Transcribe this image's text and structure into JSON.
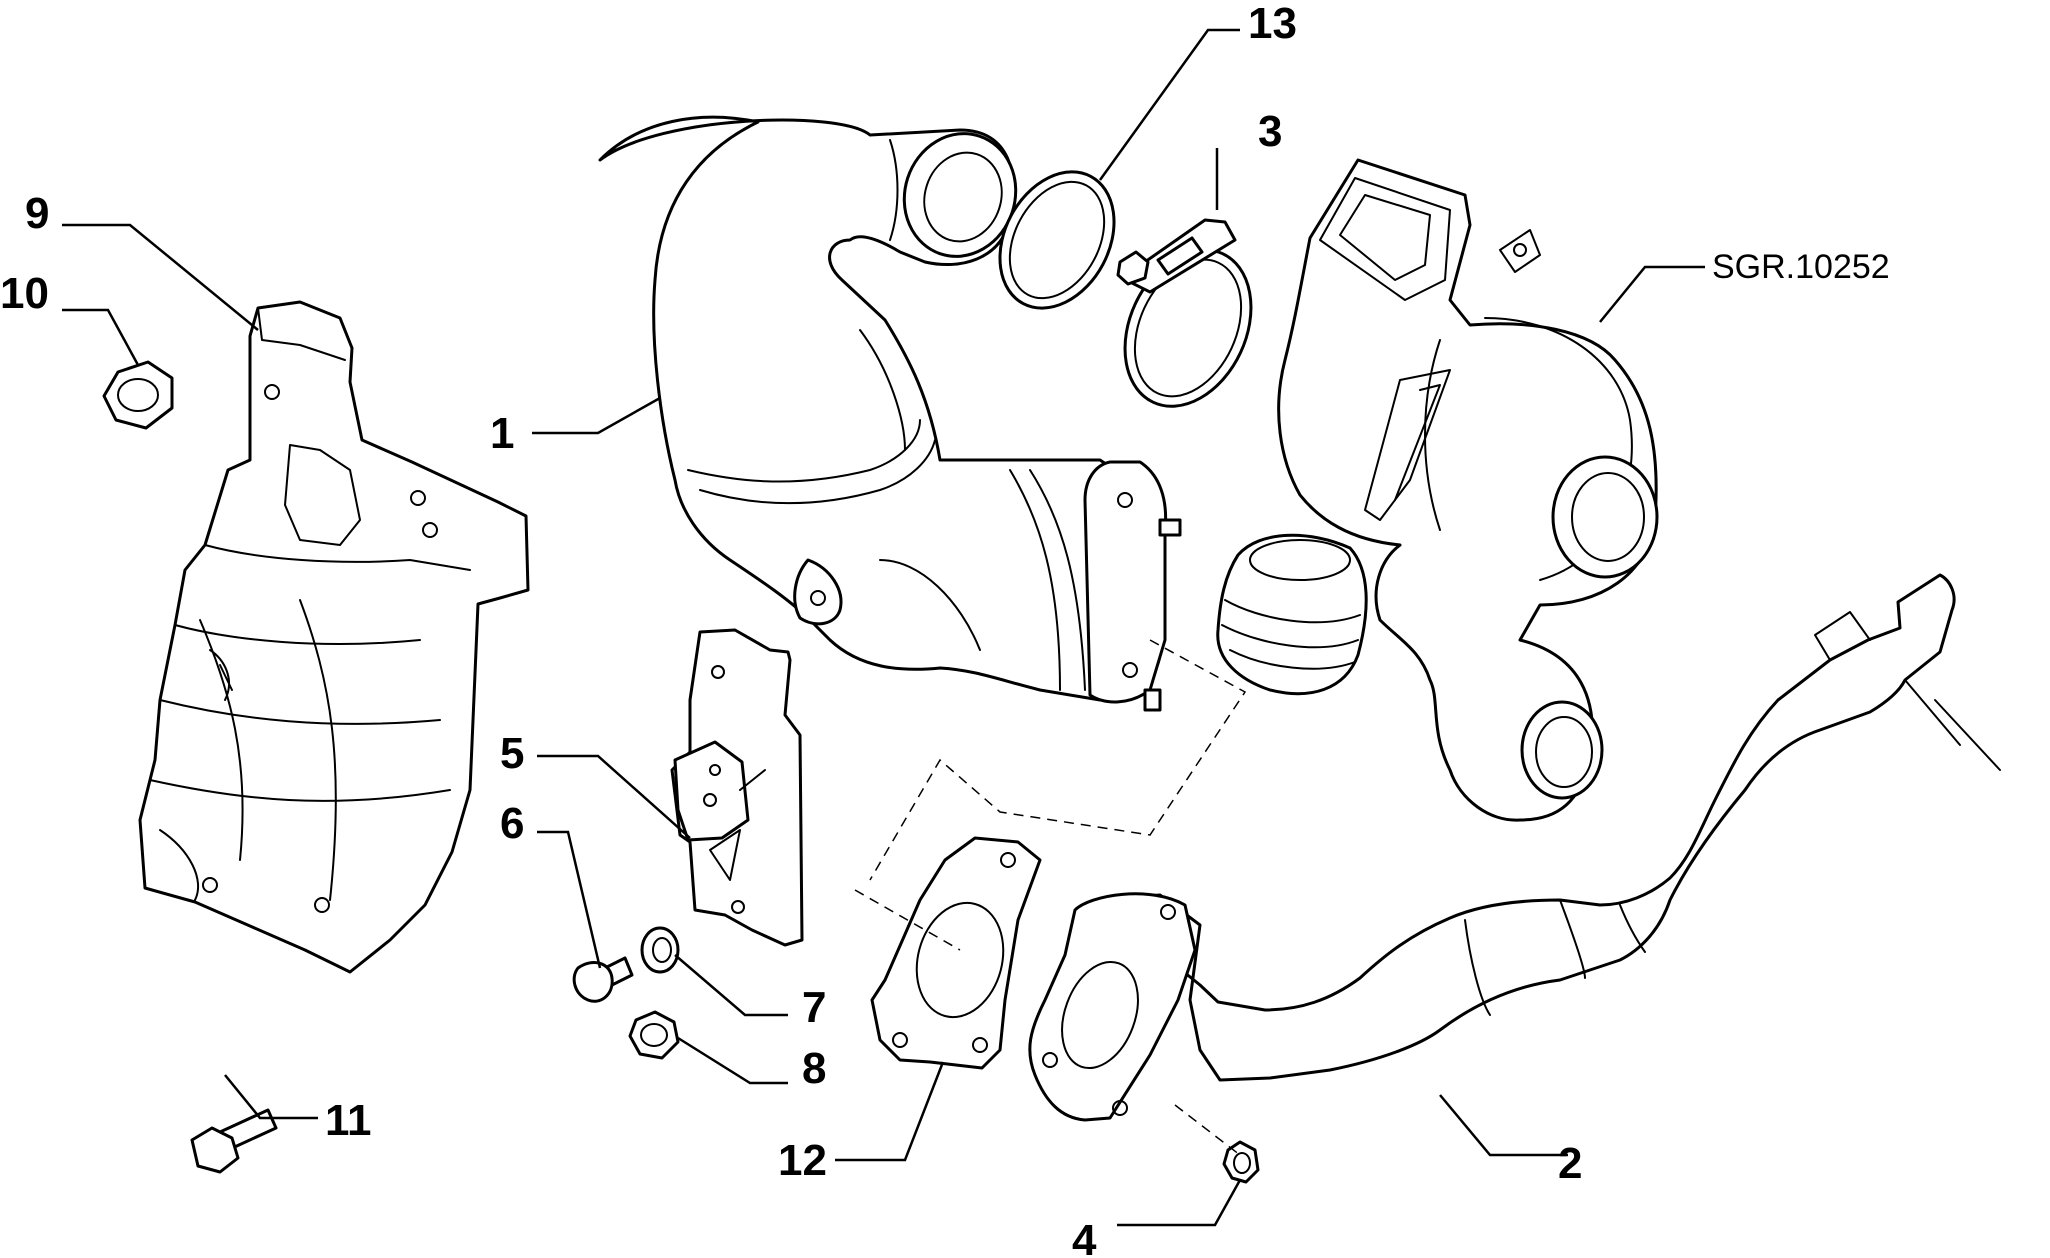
{
  "drawing_reference": "SGR.10252",
  "callouts": {
    "c1": "1",
    "c2": "2",
    "c3": "3",
    "c4": "4",
    "c5": "5",
    "c6": "6",
    "c7": "7",
    "c8": "8",
    "c9": "9",
    "c10": "10",
    "c11": "11",
    "c12": "12",
    "c13": "13"
  }
}
